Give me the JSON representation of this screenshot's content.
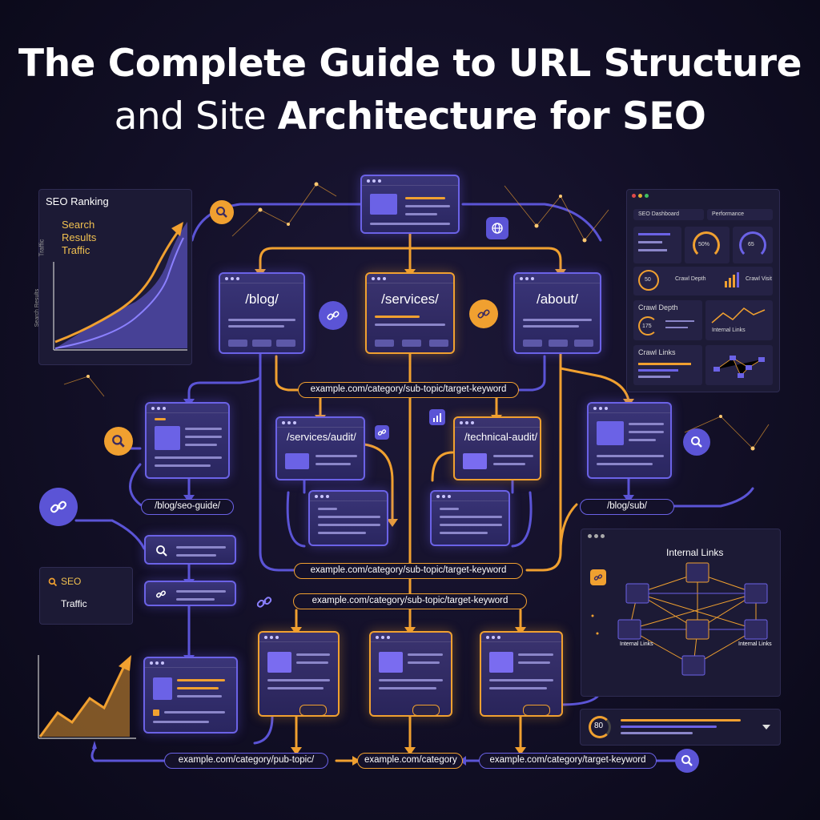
{
  "title": {
    "line1": "The Complete Guide to URL Structure",
    "line2_plain": "and Site ",
    "line2_bold": "Architecture for SEO"
  },
  "colors": {
    "background": "#0d0b1e",
    "orange": "#f0a030",
    "purple": "#6b62e6",
    "panel": "#1c1a35"
  },
  "nodes": {
    "blog": "/blog/",
    "services": "/services/",
    "about": "/about/",
    "services_audit": "/services/audit/",
    "technical_audit": "/technical-audit/"
  },
  "urls": {
    "top": "example.com/category/sub-topic/target-keyword",
    "seo_guide": "/blog/seo-guide/",
    "blog_sub": "/blog/sub/",
    "mid1": "example.com/category/sub-topic/target-keyword",
    "mid2": "example.com/category/sub-topic/target-keyword",
    "bottom_left": "example.com/category/pub-topic/",
    "bottom_center": "example.com/category",
    "bottom_right": "example.com/category/target-keyword"
  },
  "left_panel": {
    "title": "SEO Ranking",
    "legend": [
      "Search",
      "Results",
      "Traffic"
    ],
    "y_label_top": "Traffic",
    "y_label_bottom": "Search Results"
  },
  "small_panel": {
    "line1": "SEO",
    "line2": "Traffic"
  },
  "dashboard": {
    "search_label": "SEO Dashboard",
    "perf_label": "Performance",
    "gauge1": "50%",
    "gauge2": "65",
    "gauge3": "50",
    "crawl_depth": "Crawl Depth",
    "crawl_visit": "Crawl Visit",
    "crawl_depth2": "Crawl Depth",
    "depth_value": "175",
    "internal_links": "Internal Links",
    "crawl_links": "Crawl Links"
  },
  "internal_panel": {
    "title": "Internal Links",
    "label_left": "Internal Links",
    "label_right": "Internal Links"
  },
  "score_bar": {
    "score": "80"
  },
  "icons": [
    "search-icon",
    "link-icon",
    "globe-icon",
    "chart-icon",
    "chevron-down-icon"
  ]
}
